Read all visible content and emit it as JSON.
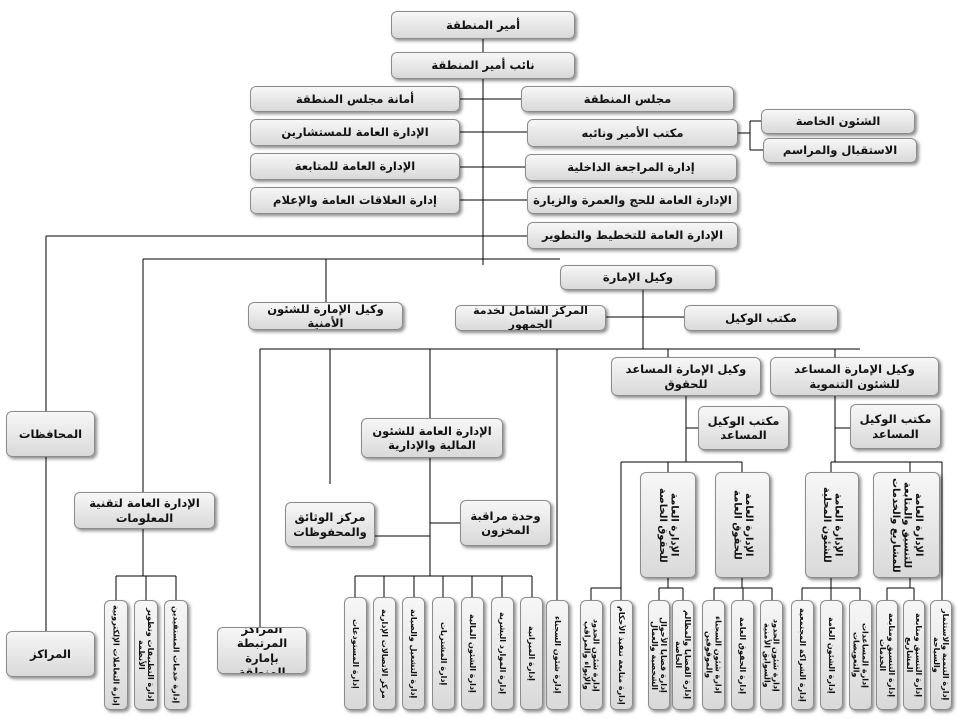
{
  "org": {
    "emir": "أمير المنطقة",
    "deputy_emir": "نائب أمير المنطقة",
    "region_council": "مجلس المنطقة",
    "council_secretariat": "أمانة مجلس المنطقة",
    "emir_office": "مكتب الأمير ونائبه",
    "special_affairs": "الشئون الخاصة",
    "reception_protocol": "الاستقبال والمراسم",
    "consultants_admin": "الإدارة العامة للمستشارين",
    "internal_audit": "إدارة المراجعة الداخلية",
    "followup_admin": "الإدارة العامة للمتابعة",
    "hajj_umrah": "الإدارة العامة للحج والعمرة والزيارة",
    "pr_media": "إدارة العلاقات العامة والإعلام",
    "planning_dev": "الإدارة العامة للتخطيط والتطوير",
    "emirate_agent": "وكيل الإمارة",
    "agent_office": "مكتب الوكيل",
    "public_service_center": "المركز الشامل لخدمة الجمهور",
    "security_affairs_agent": "وكيل الإمارة للشئون الأمنية",
    "asst_rights_agent": "وكيل الإمارة المساعد للحقوق",
    "asst_dev_agent": "وكيل الإمارة المساعد للشئون التنموية",
    "asst_office_rights": "مكتب الوكيل المساعد",
    "asst_office_dev": "مكتب الوكيل المساعد",
    "governorates": "المحافظات",
    "centers": "المراكز",
    "it_admin": "الإدارة العامة لتقنية المعلومات",
    "finance_admin": "الإدارة العامة للشئون المالية والإدارية",
    "documents_center": "مركز الوثائق والمحفوظات",
    "warehouse_unit": "وحدة مراقبة المخزون",
    "linked_centers": "المراكز المرتبطة بإمارة المنطقة",
    "private_rights": "الإدارة العامة للحقوق الخاصة",
    "public_rights": "الإدارة العامة للحقوق العامة",
    "local_affairs": "الإدارة العامة للشئون المحلية",
    "coordination_projects": "الإدارة العامة للتنسيق والمتابعة للمشاريع والخدمات"
  },
  "leaf_units": {
    "it": [
      "إدارة التعاملات الإلكترونية",
      "إدارة التطبيقات وتطوير الأنظمة",
      "إدارة خدمات المستفيدين"
    ],
    "finance": [
      "إدارة المستودعات",
      "مركز الاتصالات الإدارية",
      "إدارة التشغيل والصيانة",
      "إدارة المشتريات",
      "إدارة الشئون المالية",
      "إدارة الموارد البشرية",
      "إدارة الميزانية"
    ],
    "rights_direct": [
      "إدارة شئون السجناء",
      "إدارة شئون الحدود والإيواء والمراقب",
      "إدارة متابعة تنفيذ الأحكام"
    ],
    "private_rights": [
      "إدارة قضايا الأحوال الشخصية والعمال",
      "إدارة القضايا والمظالم الخاصة"
    ],
    "public_rights": [
      "إدارة شئون السجناء والموقوفين",
      "إدارة الحقوق العامة",
      "إدارة شئون الحدود والسوابق الأمنية"
    ],
    "local_affairs": [
      "إدارة الشراكة المجتمعية",
      "إدارة الشئون العامة",
      "إدارة المساعدات والتعويضات"
    ],
    "coordination": [
      "إدارة التنسيق ومتابعة الخدمات",
      "إدارة التنسيق ومتابعة المشاريع",
      "إدارة التنمية والاستثمار والسياحة"
    ]
  },
  "style": {
    "line_color": "#000000",
    "box_fill_top": "#f7f7f7",
    "box_fill_bottom": "#d9d9d9"
  }
}
